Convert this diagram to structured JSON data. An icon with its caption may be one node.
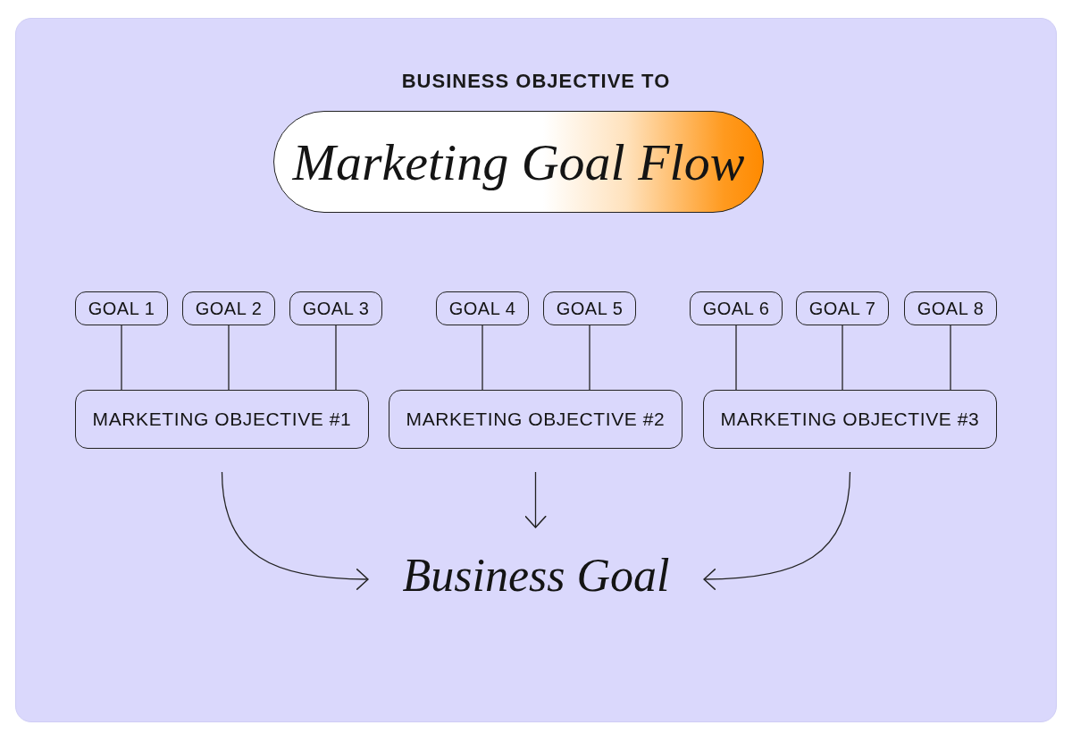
{
  "diagram": {
    "title": "BUSINESS OBJECTIVE TO",
    "nodes": [
      {
        "text": [
          "Marketing Goal Flow"
        ]
      },
      {
        "text": [
          "GOAL 1"
        ]
      },
      {
        "text": [
          "GOAL 2"
        ]
      },
      {
        "text": [
          "GOAL 3"
        ]
      },
      {
        "text": [
          "GOAL 4"
        ]
      },
      {
        "text": [
          "GOAL 5"
        ]
      },
      {
        "text": [
          "GOAL 6"
        ]
      },
      {
        "text": [
          "GOAL 7"
        ]
      },
      {
        "text": [
          "GOAL 8"
        ]
      },
      {
        "text": [
          "MARKETING OBJECTIVE #1"
        ]
      },
      {
        "text": [
          "MARKETING OBJECTIVE #2"
        ]
      },
      {
        "text": [
          "MARKETING OBJECTIVE #3"
        ]
      },
      {
        "text": [
          "Business Goal"
        ]
      }
    ],
    "edges": [
      {
        "from": 1,
        "to": 9,
        "arrow": "none"
      },
      {
        "from": 2,
        "to": 9,
        "arrow": "none"
      },
      {
        "from": 3,
        "to": 9,
        "arrow": "none"
      },
      {
        "from": 4,
        "to": 10,
        "arrow": "none"
      },
      {
        "from": 5,
        "to": 10,
        "arrow": "none"
      },
      {
        "from": 6,
        "to": 11,
        "arrow": "none"
      },
      {
        "from": 7,
        "to": 11,
        "arrow": "none"
      },
      {
        "from": 8,
        "to": 11,
        "arrow": "none"
      },
      {
        "from": 9,
        "to": 12,
        "arrow": "to"
      },
      {
        "from": 10,
        "to": 12,
        "arrow": "to"
      },
      {
        "from": 11,
        "to": 12,
        "arrow": "to"
      }
    ]
  }
}
